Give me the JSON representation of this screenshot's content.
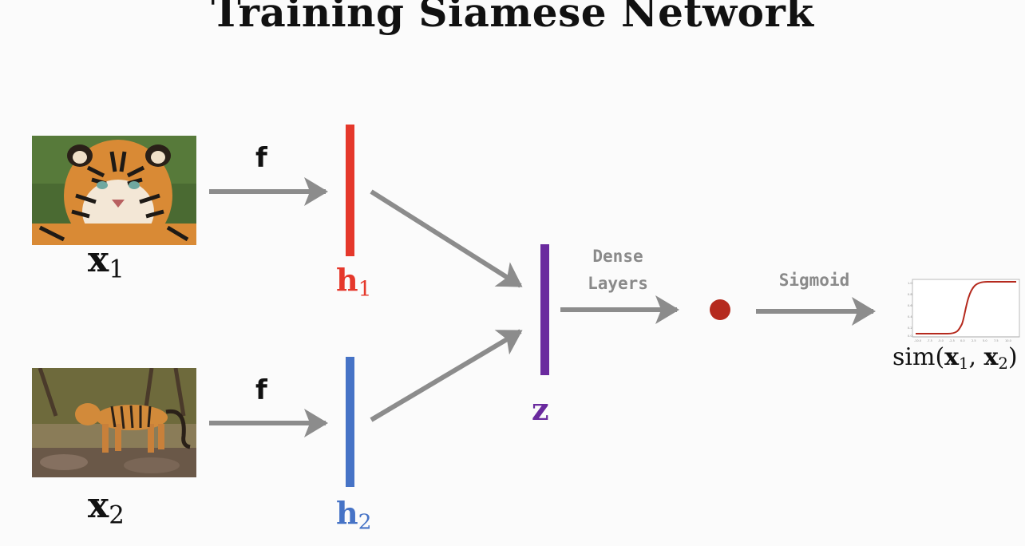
{
  "title": "Training Siamese Network",
  "inputs": [
    {
      "var": "x",
      "sub": "1"
    },
    {
      "var": "x",
      "sub": "2"
    }
  ],
  "encoder_label": "f",
  "hidden": [
    {
      "var": "h",
      "sub": "1",
      "color": "#e5382b"
    },
    {
      "var": "h",
      "sub": "2",
      "color": "#4673c6"
    }
  ],
  "combined": {
    "var": "z",
    "color": "#6a2a9e"
  },
  "dense_label_line1": "Dense",
  "dense_label_line2": "Layers",
  "sigmoid_label": "Sigmoid",
  "output": {
    "fn": "sim",
    "open": "(",
    "a": "x",
    "a_sub": "1",
    "comma": ", ",
    "b": "x",
    "b_sub": "2",
    "close": ")"
  },
  "colors": {
    "arrow": "#8c8c8c",
    "dot": "#b52a1e",
    "curve": "#b52a1e"
  }
}
